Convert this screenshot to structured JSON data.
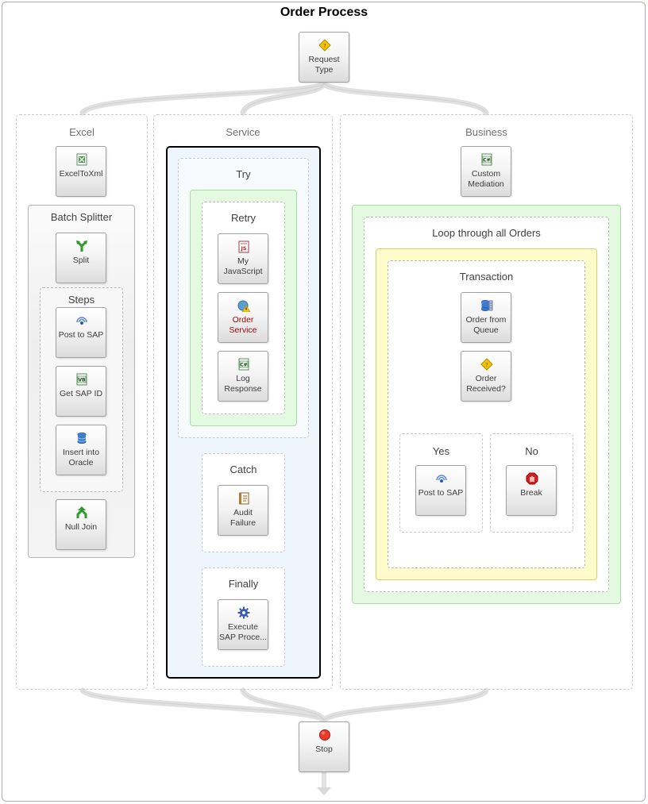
{
  "title": "Order Process",
  "start_node": {
    "label": "Request\nType",
    "icon": "decision-icon"
  },
  "end_node": {
    "label": "Stop",
    "icon": "stop-icon"
  },
  "lanes": {
    "excel": {
      "label": "Excel",
      "node": {
        "label": "ExcelToXml",
        "icon": "excel-icon"
      },
      "splitter": {
        "label": "Batch Splitter",
        "split": {
          "label": "Split",
          "icon": "split-icon"
        },
        "steps": {
          "label": "Steps",
          "nodes": [
            {
              "label": "Post to SAP",
              "icon": "sap-icon"
            },
            {
              "label": "Get SAP ID",
              "icon": "vb-script-icon"
            },
            {
              "label": "Insert into\nOracle",
              "icon": "database-icon"
            }
          ]
        },
        "join": {
          "label": "Null Join",
          "icon": "join-icon"
        }
      }
    },
    "service": {
      "label": "Service",
      "try": {
        "label": "Try",
        "retry": {
          "label": "Retry",
          "nodes": [
            {
              "label": "My\nJavaScript",
              "icon": "javascript-icon"
            },
            {
              "label": "Order\nService",
              "icon": "web-service-warning-icon",
              "warning": true
            },
            {
              "label": "Log\nResponse",
              "icon": "csharp-icon"
            }
          ]
        }
      },
      "catch": {
        "label": "Catch",
        "node": {
          "label": "Audit\nFailure",
          "icon": "audit-icon"
        }
      },
      "finally": {
        "label": "Finally",
        "node": {
          "label": "Execute\nSAP Proce...",
          "icon": "gear-icon"
        }
      }
    },
    "business": {
      "label": "Business",
      "node": {
        "label": "Custom\nMediation",
        "icon": "csharp-icon"
      },
      "loop": {
        "label": "Loop through all Orders",
        "transaction": {
          "label": "Transaction",
          "queue": {
            "label": "Order from\nQueue",
            "icon": "queue-icon"
          },
          "decision": {
            "label": "Order\nReceived?",
            "icon": "decision-icon"
          },
          "yes": {
            "label": "Yes",
            "node": {
              "label": "Post to SAP",
              "icon": "sap-icon"
            }
          },
          "no": {
            "label": "No",
            "node": {
              "label": "Break",
              "icon": "break-icon"
            }
          }
        }
      }
    }
  },
  "colors": {
    "connector": "#e2e2e2",
    "retry_fill": "#e4fae0",
    "retry_border": "#a8dca0",
    "loop_fill": "#e4fae0",
    "transaction_fill": "#fffccc",
    "transaction_border": "#d8cc70",
    "service_fill": "#eef5fc",
    "service_border": "#000000"
  }
}
